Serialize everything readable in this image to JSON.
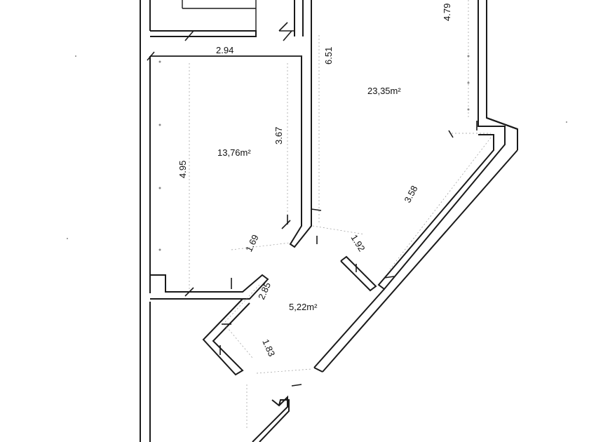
{
  "plan": {
    "areas": {
      "room_large": "23,35m²",
      "room_left": "13,76m²",
      "hall": "5,22m²"
    },
    "dimensions": {
      "width_left_room": "2.94",
      "height_left_room": "4.95",
      "inner_left_room": "3.67",
      "height_large_room": "6.51",
      "top_right": "4.79",
      "diagonal_large": "3.58",
      "hall_left_top": "1.69",
      "hall_right_top": "1.92",
      "hall_left_side": "2.85",
      "hall_bottom_left": "1.83"
    }
  }
}
